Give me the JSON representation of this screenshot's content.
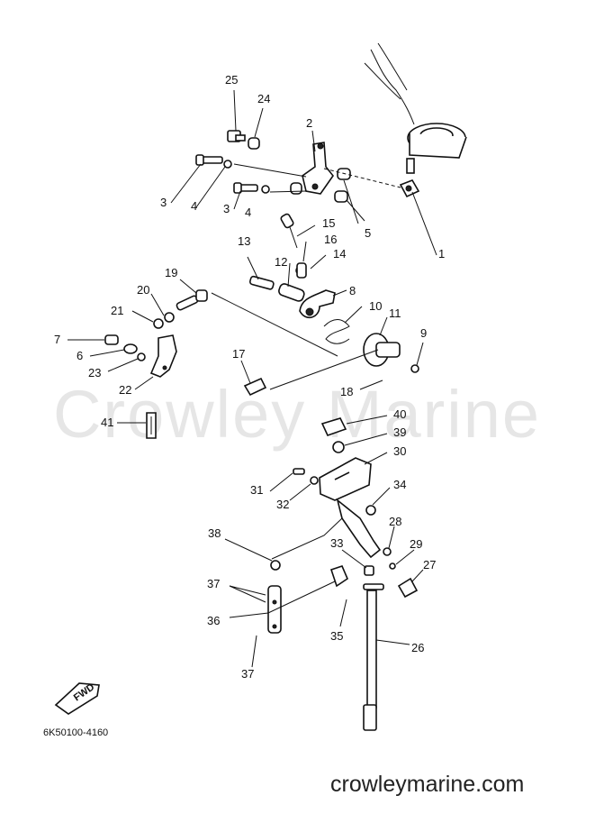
{
  "watermark": "Crowley Marine",
  "footer_url": "crowleymarine.com",
  "part_code": "6K50100-4160",
  "fwd_label": "FWD",
  "callouts": {
    "c1": "1",
    "c2": "2",
    "c3a": "3",
    "c3b": "3",
    "c4a": "4",
    "c4b": "4",
    "c5": "5",
    "c6": "6",
    "c7": "7",
    "c8": "8",
    "c9": "9",
    "c10": "10",
    "c11": "11",
    "c12": "12",
    "c13": "13",
    "c14": "14",
    "c15": "15",
    "c16": "16",
    "c17": "17",
    "c18": "18",
    "c19": "19",
    "c20": "20",
    "c21": "21",
    "c22": "22",
    "c23": "23",
    "c24": "24",
    "c25": "25",
    "c26": "26",
    "c27": "27",
    "c28": "28",
    "c29": "29",
    "c30": "30",
    "c31": "31",
    "c32": "32",
    "c33": "33",
    "c34": "34",
    "c35": "35",
    "c36": "36",
    "c37a": "37",
    "c37b": "37",
    "c38": "38",
    "c39": "39",
    "c40": "40",
    "c41": "41"
  }
}
